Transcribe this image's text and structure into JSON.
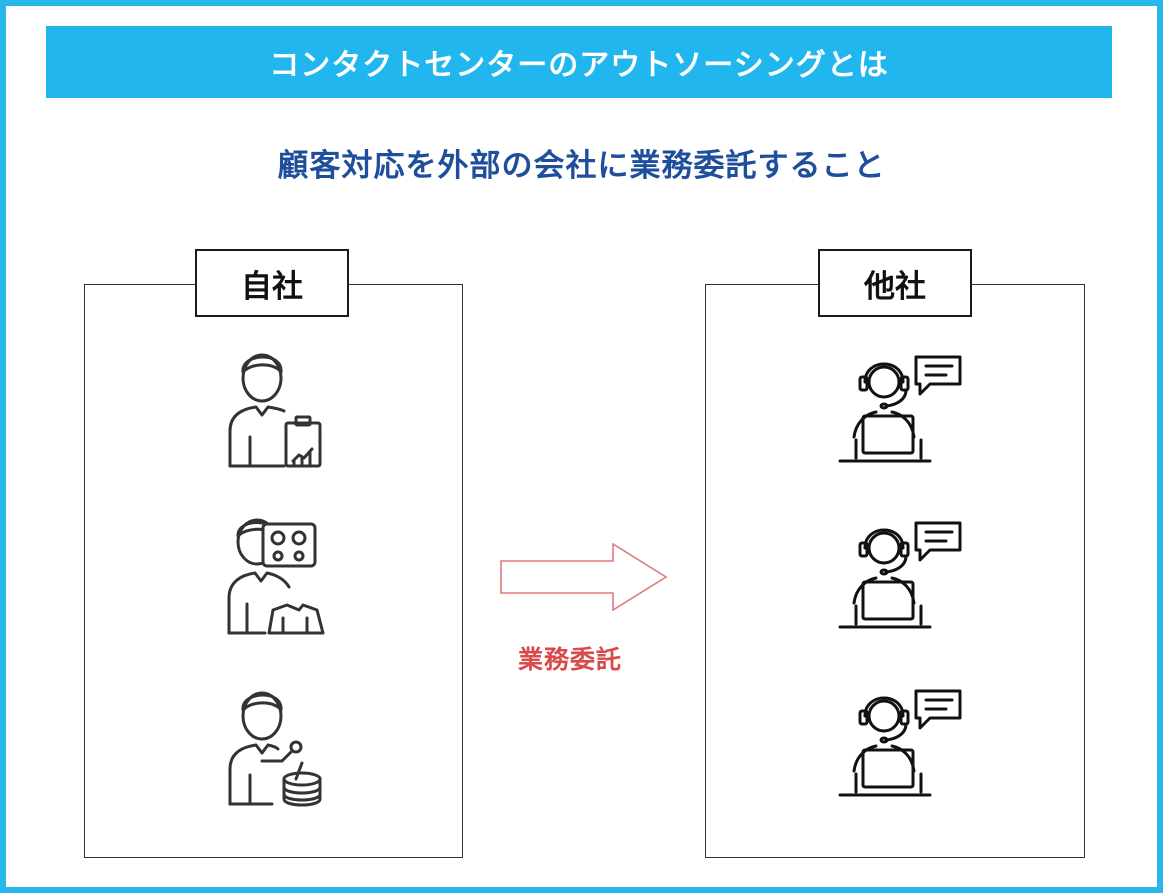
{
  "header": {
    "title": "コンタクトセンターのアウトソーシングとは"
  },
  "subtitle": "顧客対応を外部の会社に業務委託すること",
  "left_box": {
    "label": "自社",
    "icons": [
      "analyst-person-icon",
      "technician-person-icon",
      "engineer-person-icon"
    ]
  },
  "right_box": {
    "label": "他社",
    "icons": [
      "call-center-operator-icon",
      "call-center-operator-icon",
      "call-center-operator-icon"
    ]
  },
  "arrow": {
    "label": "業務委託"
  },
  "colors": {
    "frame": "#29b6e8",
    "header_bg": "#21b7ee",
    "subtitle": "#1f4f9c",
    "arrow": "#e07a7a",
    "arrow_label": "#d94a4a"
  }
}
